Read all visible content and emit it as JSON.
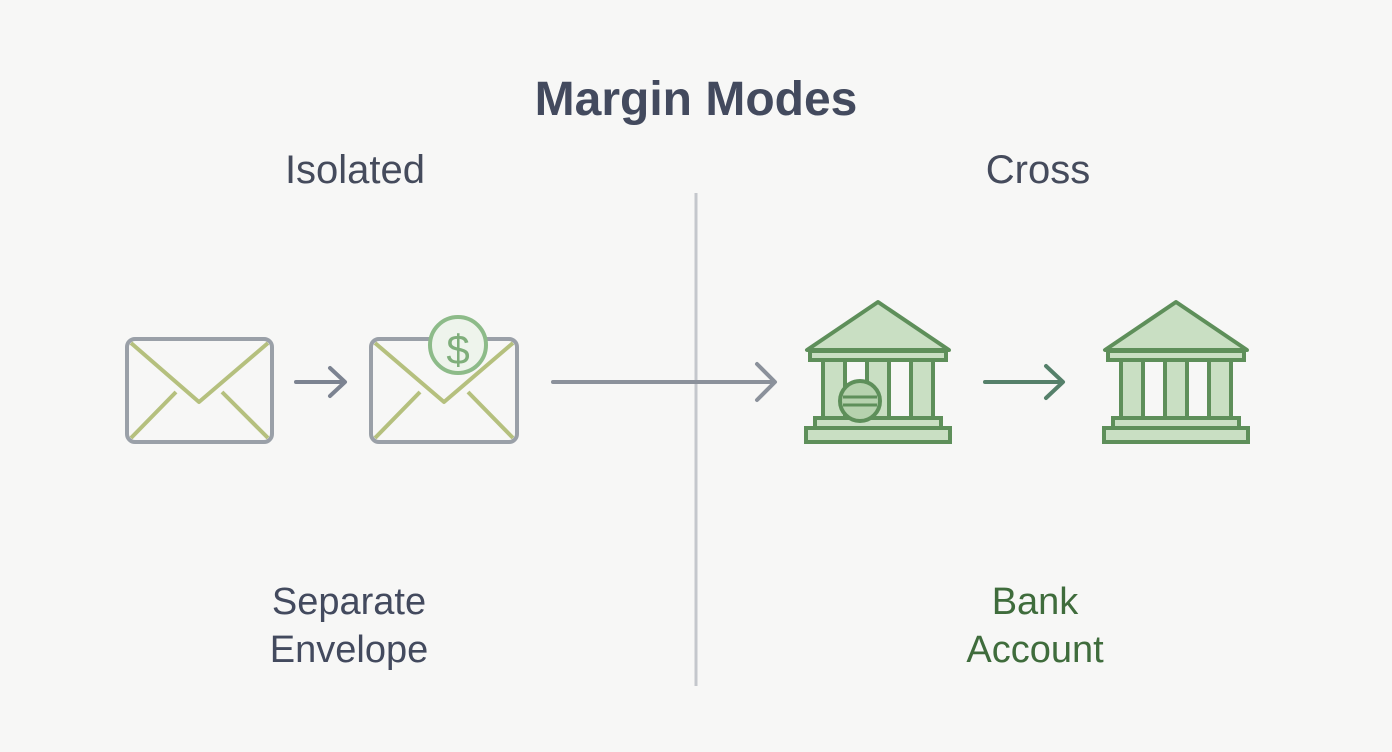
{
  "title": "Margin Modes",
  "isolated": {
    "heading": "Isolated",
    "caption_line1": "Separate",
    "caption_line2": "Envelope"
  },
  "cross": {
    "heading": "Cross",
    "caption_line1": "Bank",
    "caption_line2": "Account"
  },
  "icons": {
    "envelope": "envelope-icon",
    "envelope_with_money": "envelope-dollar-icon",
    "bank": "bank-icon",
    "bank_minus": "bank-minus-icon",
    "arrow": "arrow-right-icon"
  },
  "colors": {
    "background": "#f7f7f6",
    "text": "#434a5e",
    "green_text": "#3f6c3c",
    "gray_stroke": "#9aa0a8",
    "green_stroke": "#5e8f5a",
    "green_fill": "#c9dfc3",
    "divider": "#c4c7cc"
  }
}
